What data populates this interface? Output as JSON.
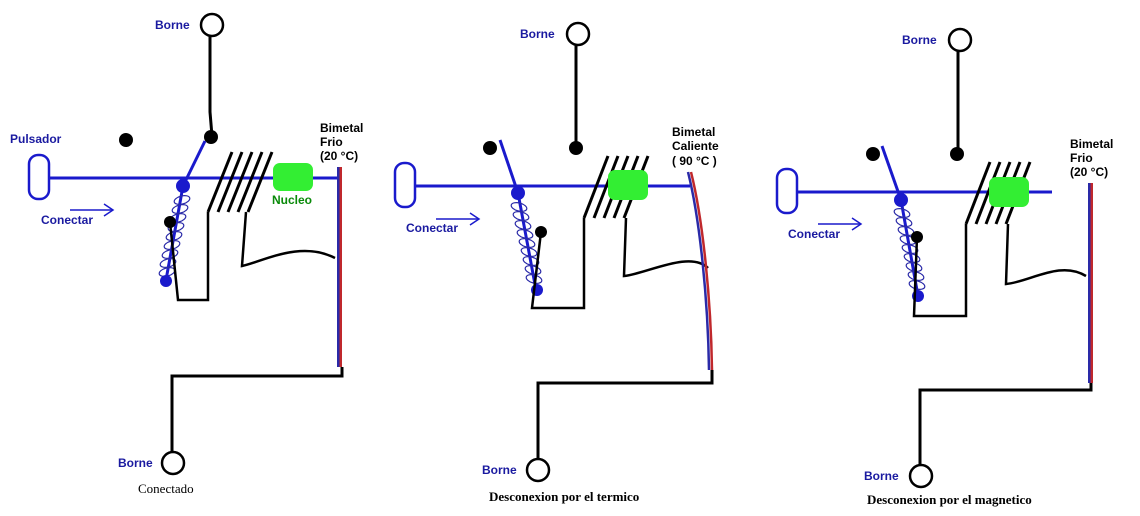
{
  "colors": {
    "wire_blue": "#1a1acc",
    "wire_black": "#000000",
    "nucleus_green": "#33ee33",
    "bimetal_red": "#c0282c",
    "bimetal_blue": "#2a2aa8"
  },
  "panels": [
    {
      "terminal_top": "Borne",
      "terminal_bottom": "Borne",
      "button": "Pulsador",
      "push": "Conectar",
      "bimetal_lines": [
        "Bimetal",
        "Frio",
        "(20 °C)"
      ],
      "core": "Nucleo",
      "caption": "Conectado"
    },
    {
      "terminal_top": "Borne",
      "terminal_bottom": "Borne",
      "push": "Conectar",
      "bimetal_lines": [
        "Bimetal",
        "Caliente",
        "( 90 °C )"
      ],
      "caption": "Desconexion por el termico"
    },
    {
      "terminal_top": "Borne",
      "terminal_bottom": "Borne",
      "push": "Conectar",
      "bimetal_lines": [
        "Bimetal",
        "Frio",
        "(20 °C)"
      ],
      "caption": "Desconexion por el magnetico"
    }
  ]
}
